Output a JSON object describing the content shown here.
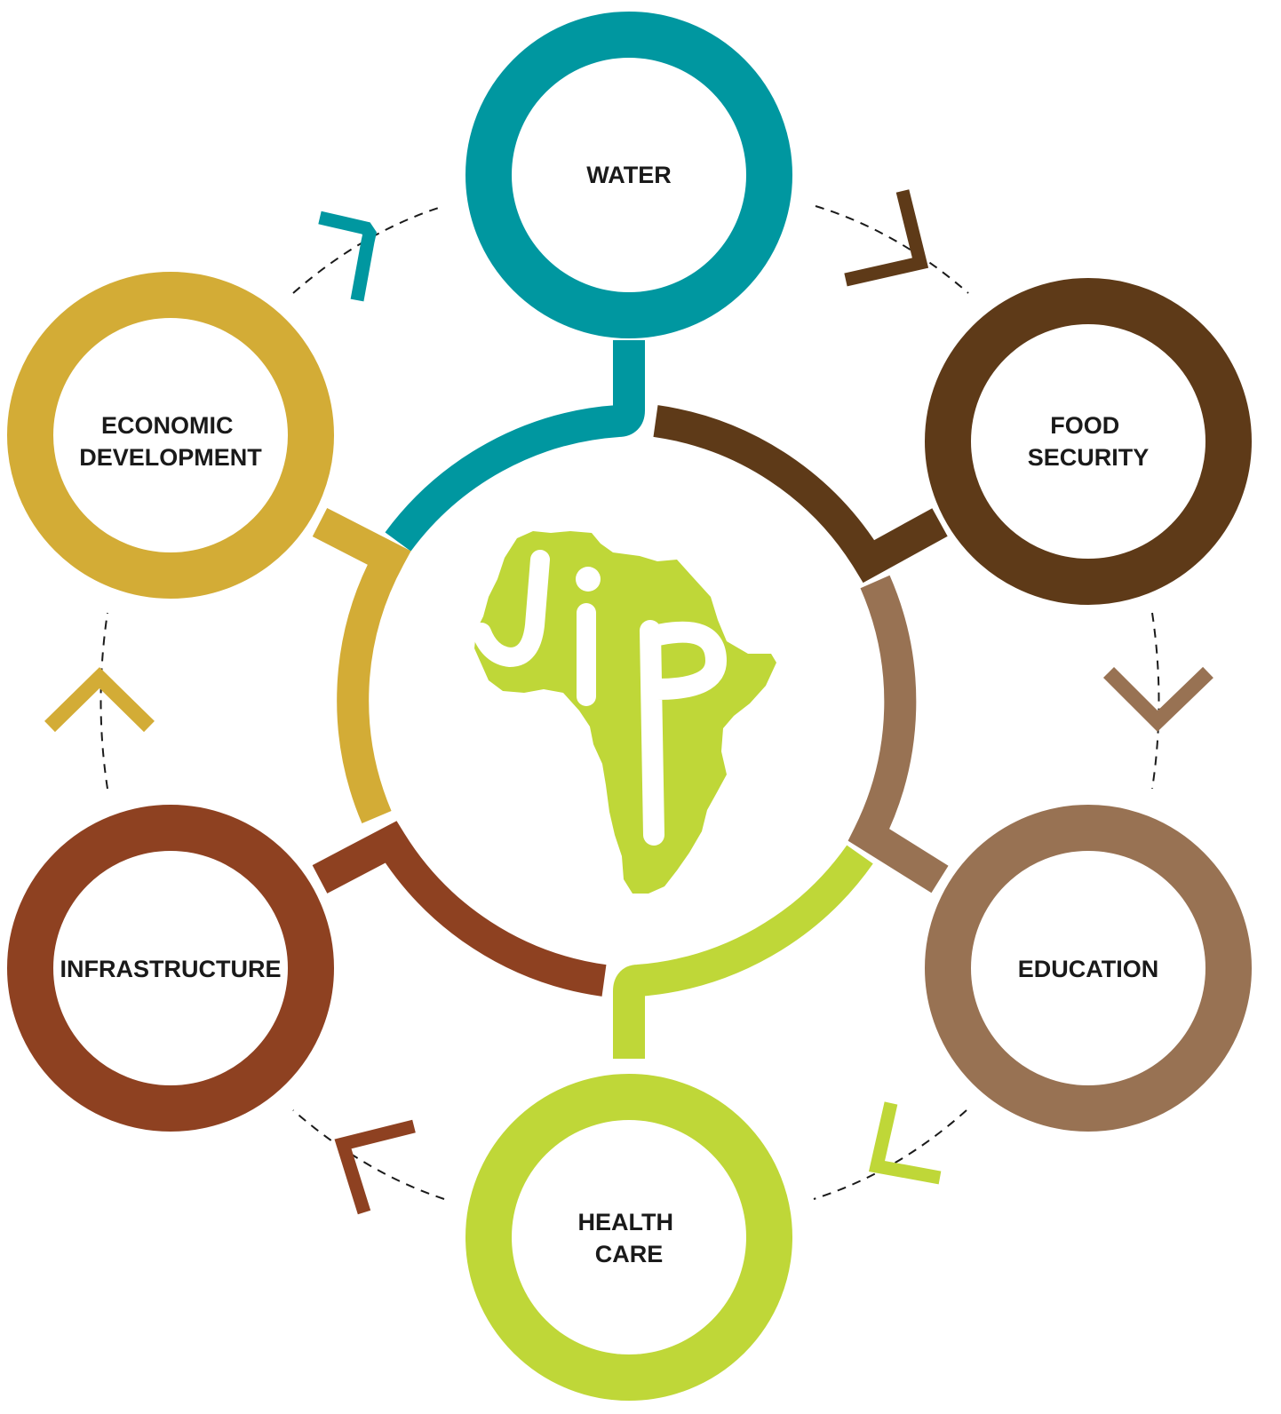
{
  "nodes": [
    {
      "id": "water",
      "lines": [
        "WATER"
      ],
      "color": "#0097a0"
    },
    {
      "id": "food-security",
      "lines": [
        "FOOD",
        "SECURITY"
      ],
      "color": "#5e3a18"
    },
    {
      "id": "education",
      "lines": [
        "EDUCATION"
      ],
      "color": "#987253"
    },
    {
      "id": "health-care",
      "lines": [
        "HEALTH",
        "CARE"
      ],
      "color": "#bfd738"
    },
    {
      "id": "infrastructure",
      "lines": [
        "INFRASTRUCTURE"
      ],
      "color": "#8e4121"
    },
    {
      "id": "economic-development",
      "lines": [
        "ECONOMIC",
        "DEVELOPMENT"
      ],
      "color": "#d3ac36"
    }
  ],
  "flow_order": [
    "water",
    "food-security",
    "education",
    "health-care",
    "infrastructure",
    "economic-development"
  ],
  "logo": {
    "text": "jip",
    "color": "#bfd738",
    "icon": "africa-map-icon"
  }
}
